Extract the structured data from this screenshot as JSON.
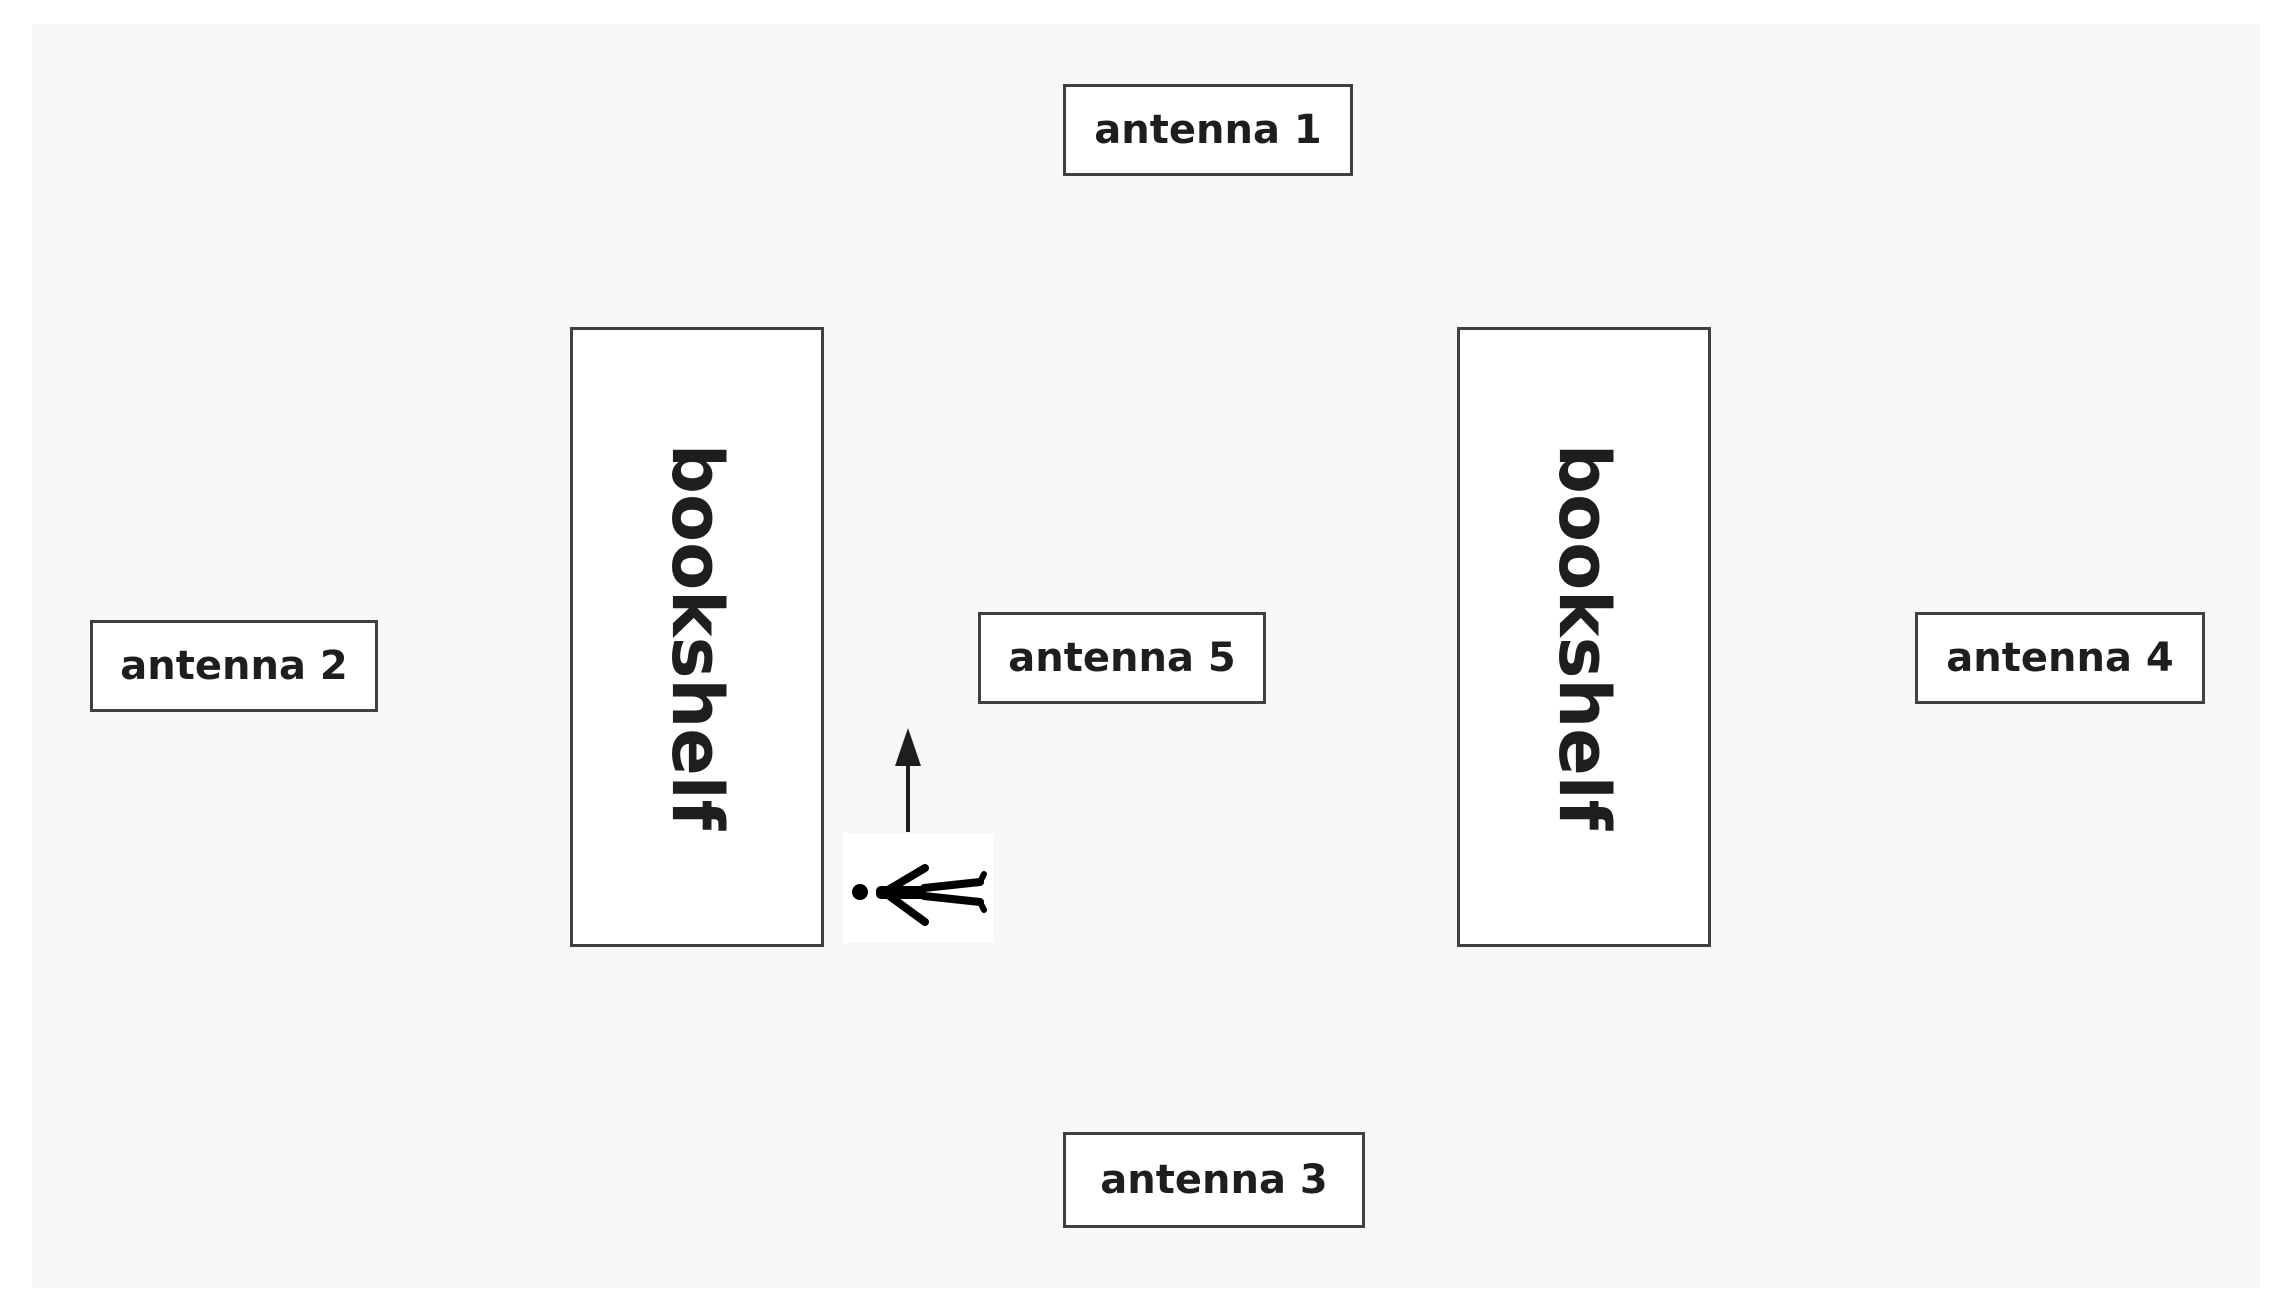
{
  "antennas": [
    {
      "label": "antenna 1"
    },
    {
      "label": "antenna 2"
    },
    {
      "label": "antenna 3"
    },
    {
      "label": "antenna 4"
    },
    {
      "label": "antenna 5"
    }
  ],
  "bookshelves": [
    {
      "label": "bookshelf"
    },
    {
      "label": "bookshelf"
    }
  ],
  "icons": {
    "person": "person-icon",
    "direction": "up-arrow-icon"
  },
  "colors": {
    "background": "#f7f7f7",
    "border": "#404040",
    "text": "#1e1e1e"
  }
}
